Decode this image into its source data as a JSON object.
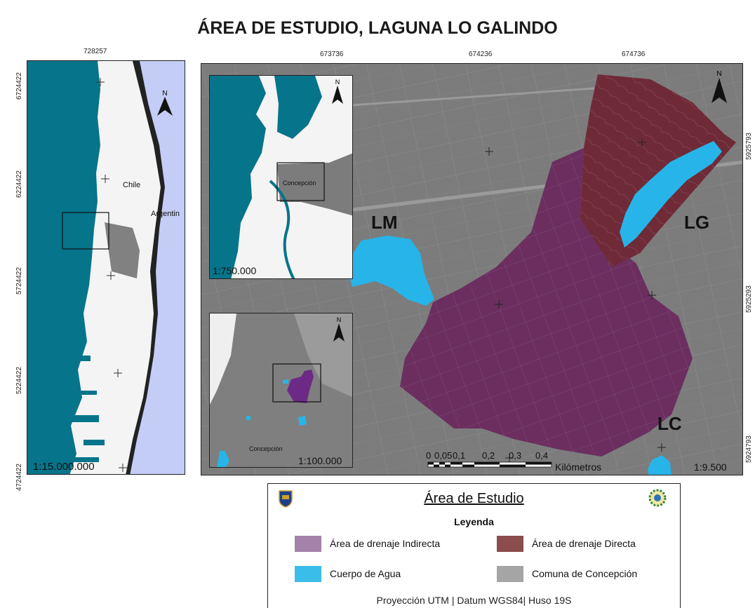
{
  "title": "ÁREA DE ESTUDIO, LAGUNA LO GALINDO",
  "left_map": {
    "top_coords": [
      "728257"
    ],
    "side_coords": [
      "6724422",
      "6224422",
      "5724422",
      "5224422",
      "4724422"
    ],
    "labels": [
      "Chile",
      "Argentin"
    ],
    "scale": "1:15.000.000"
  },
  "main_map": {
    "top_coords": [
      "673736",
      "674236",
      "674736"
    ],
    "right_coords": [
      "5925793",
      "5925293",
      "5924793"
    ],
    "labels": {
      "lm": "LM",
      "lg": "LG",
      "lc": "LC"
    },
    "scale": "1:9.500",
    "scalebar": {
      "ticks": [
        "0",
        "0,05",
        "0,1",
        "0,2",
        "0,3",
        "0,4"
      ],
      "unit": "Kilómetros"
    }
  },
  "inset_top": {
    "label": "Concepción",
    "scale": "1:750.000"
  },
  "inset_bottom": {
    "label": "Concepción",
    "scale": "1:100.000"
  },
  "north_label": "N",
  "legend": {
    "title": "Área de Estudio",
    "subtitle": "Leyenda",
    "items": [
      {
        "label": "Área de drenaje Indirecta",
        "color": "#a282a8"
      },
      {
        "label": "Área de drenaje Directa",
        "color": "#8b4d4d"
      },
      {
        "label": "Cuerpo de Agua",
        "color": "#3bbde9"
      },
      {
        "label": "Comuna de Concepción",
        "color": "#a5a5a5"
      }
    ],
    "footer": "Proyección UTM | Datum WGS84| Huso 19S"
  },
  "colors": {
    "ocean": "#06748a",
    "land": "#f4f4f4",
    "argentina": "#c3cdf6",
    "urban_gray": "#7c7c7c",
    "indirect_area": "#6b2e5f",
    "direct_area": "#6f2a38",
    "water": "#27b4e8"
  }
}
